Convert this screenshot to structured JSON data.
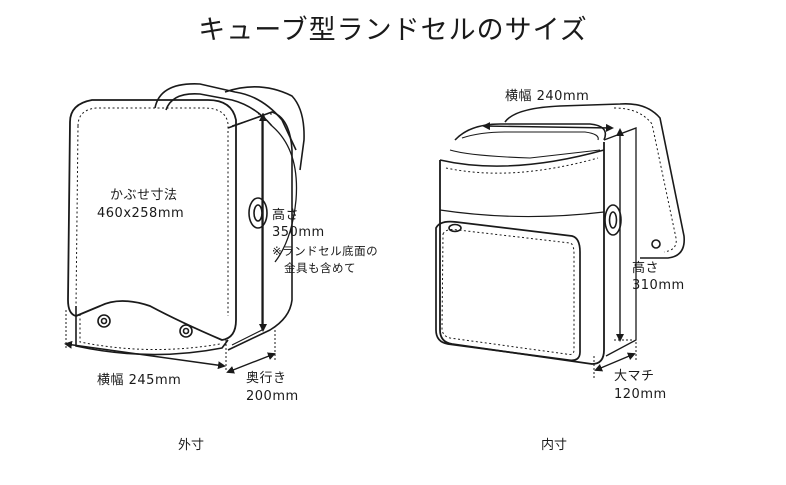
{
  "title": "キューブ型ランドセルのサイズ",
  "outer": {
    "caption": "外寸",
    "flap_label": "かぶせ寸法",
    "flap_value": "460x258mm",
    "height_label": "高さ",
    "height_value": "350mm",
    "height_note_1": "※ランドセル底面の",
    "height_note_2": "金具も含めて",
    "width_label": "横幅 245mm",
    "depth_label": "奥行き",
    "depth_value": "200mm"
  },
  "inner": {
    "caption": "内寸",
    "width_label": "横幅 240mm",
    "height_label": "高さ",
    "height_value": "310mm",
    "gusset_label": "大マチ",
    "gusset_value": "120mm"
  }
}
